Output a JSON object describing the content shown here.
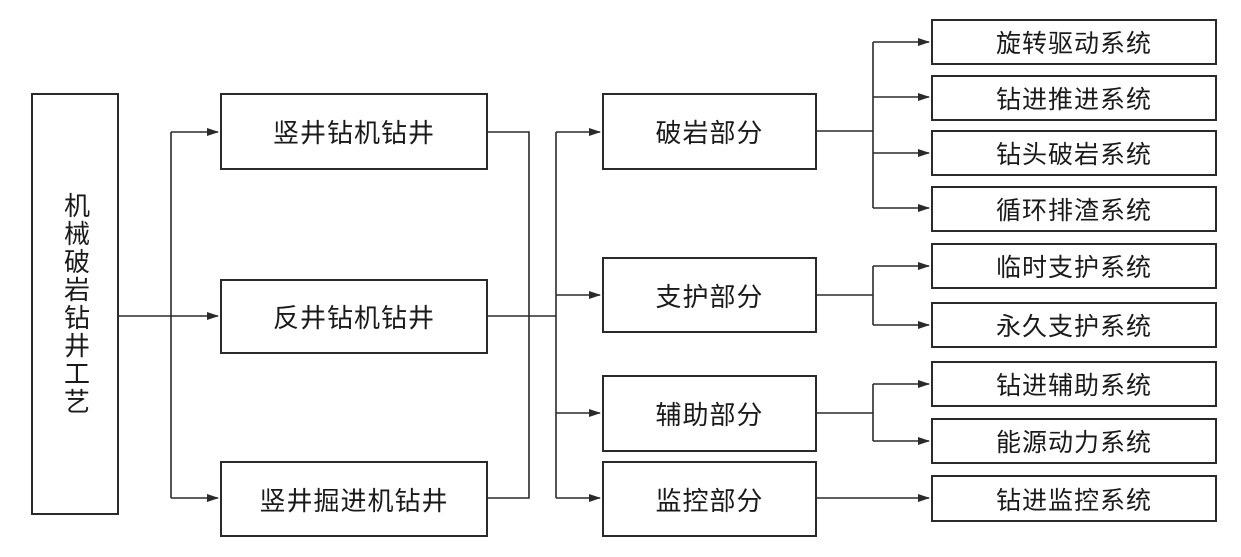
{
  "diagram": {
    "root": {
      "label": "机械破岩钻井工艺"
    },
    "methods": [
      {
        "label": "竖井钻机钻井"
      },
      {
        "label": "反井钻机钻井"
      },
      {
        "label": "竖井掘进机钻井"
      }
    ],
    "parts": [
      {
        "label": "破岩部分"
      },
      {
        "label": "支护部分"
      },
      {
        "label": "辅助部分"
      },
      {
        "label": "监控部分"
      }
    ],
    "systems": [
      {
        "label": "旋转驱动系统"
      },
      {
        "label": "钻进推进系统"
      },
      {
        "label": "钻头破岩系统"
      },
      {
        "label": "循环排渣系统"
      },
      {
        "label": "临时支护系统"
      },
      {
        "label": "永久支护系统"
      },
      {
        "label": "钻进辅助系统"
      },
      {
        "label": "能源动力系统"
      },
      {
        "label": "钻进监控系统"
      }
    ],
    "colors": {
      "line": "#2a2a2a",
      "border": "#2a2a2a",
      "text": "#1a1a1a"
    }
  }
}
